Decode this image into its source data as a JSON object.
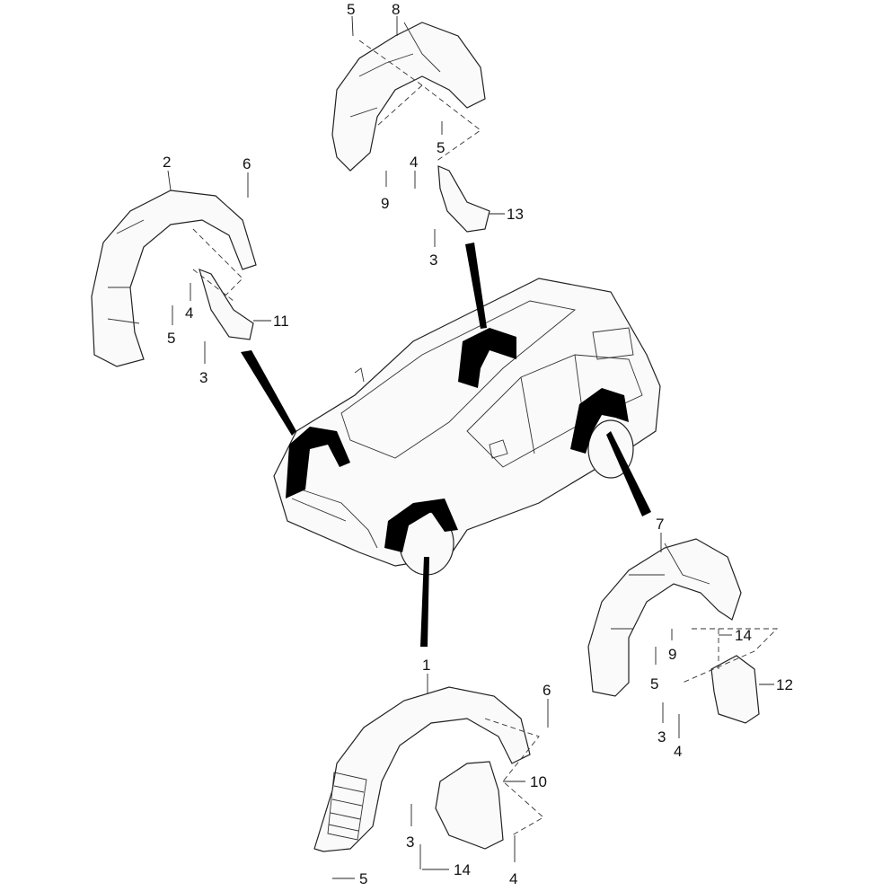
{
  "diagram": {
    "title": "Wheel guard / fender liner exploded view",
    "callouts": {
      "top_group": {
        "screw_top": "5",
        "rear_liner_left": "8",
        "clip_mid": "5",
        "bolt": "4",
        "nut": "9",
        "mud_guard": "13",
        "screw_bottom": "3"
      },
      "left_group": {
        "front_liner": "2",
        "screw_top": "6",
        "bolt": "4",
        "clip": "5",
        "mud_guard": "11",
        "screw_bottom": "3"
      },
      "right_group": {
        "rear_liner_right": "7",
        "nut": "9",
        "clip": "5",
        "bolt_14": "14",
        "mud_guard": "12",
        "screw_3": "3",
        "bolt_4": "4"
      },
      "bottom_group": {
        "front_liner_right": "1",
        "screw_top": "6",
        "mud_guard": "10",
        "screw_3": "3",
        "bolt_14": "14",
        "clip_5": "5",
        "bolt_4": "4"
      }
    }
  }
}
